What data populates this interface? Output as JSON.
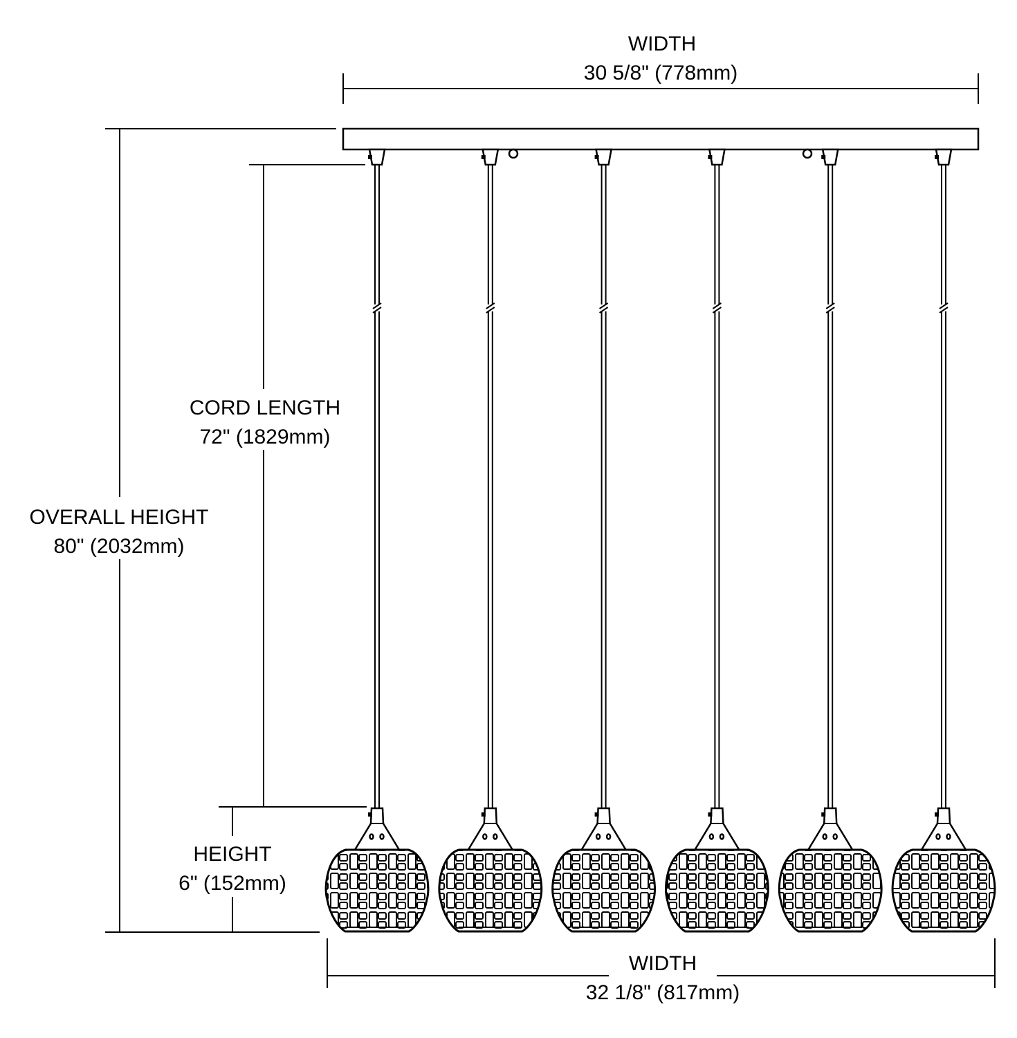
{
  "dimensions": {
    "top_width": {
      "label": "WIDTH",
      "value": "30 5/8\" (778mm)"
    },
    "cord_length": {
      "label": "CORD LENGTH",
      "value": "72\" (1829mm)"
    },
    "overall_height": {
      "label": "OVERALL HEIGHT",
      "value": "80\" (2032mm)"
    },
    "shade_height": {
      "label": "HEIGHT",
      "value": "6\" (152mm)"
    },
    "bottom_width": {
      "label": "WIDTH",
      "value": "32 1/8\" (817mm)"
    }
  },
  "fixture": {
    "pendant_count": 6,
    "line_color": "#000000",
    "background": "#ffffff"
  }
}
